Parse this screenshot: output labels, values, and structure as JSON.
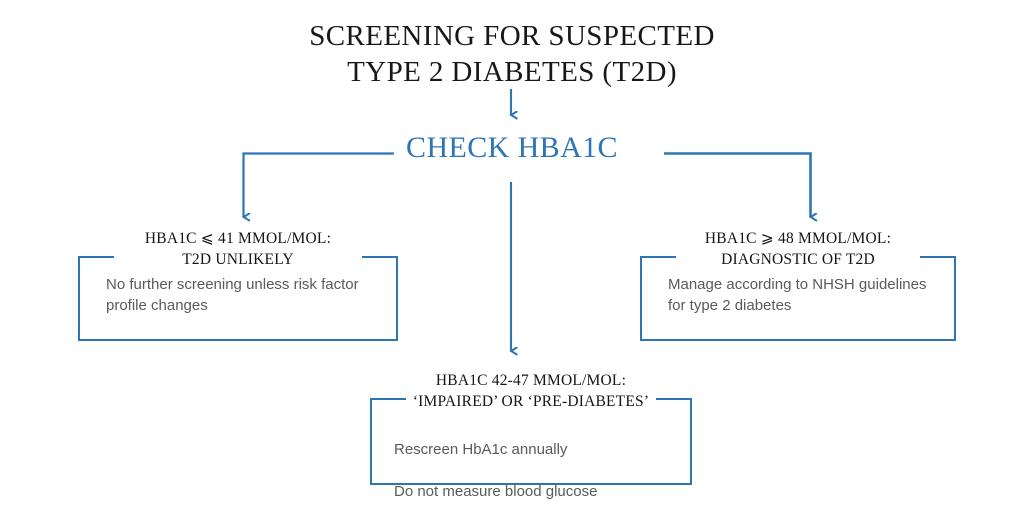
{
  "accent_color": "#2E75B6",
  "text_color": "#181818",
  "body_text_color": "#5a5a5a",
  "flowchart": {
    "title": "SCREENING FOR SUSPECTED\nTYPE 2 DIABETES (T2D)",
    "decision": {
      "label": "CHECK HBA1C"
    },
    "branches": [
      {
        "id": "low",
        "heading": "HBA1C ⩽ 41 MMOL/MOL:\nT2D UNLIKELY",
        "body": "No further screening unless risk factor profile changes"
      },
      {
        "id": "intermediate",
        "heading": "HBA1C 42-47 MMOL/MOL:\n‘IMPAIRED’ OR ‘PRE-DIABETES’",
        "body": "Rescreen HbA1c annually",
        "body_emphasis": "Do not measure blood glucose"
      },
      {
        "id": "high",
        "heading": "HBA1C ⩾ 48 MMOL/MOL:\nDIAGNOSTIC OF T2D",
        "body": "Manage according to NHSH guidelines for type 2 diabetes"
      }
    ],
    "connectors": [
      {
        "name": "arrow-title-to-check",
        "shape": "straight-down"
      },
      {
        "name": "arrow-check-to-left",
        "shape": "elbow-left"
      },
      {
        "name": "arrow-check-to-right",
        "shape": "elbow-right"
      },
      {
        "name": "arrow-check-to-bottom",
        "shape": "straight-down"
      }
    ]
  }
}
